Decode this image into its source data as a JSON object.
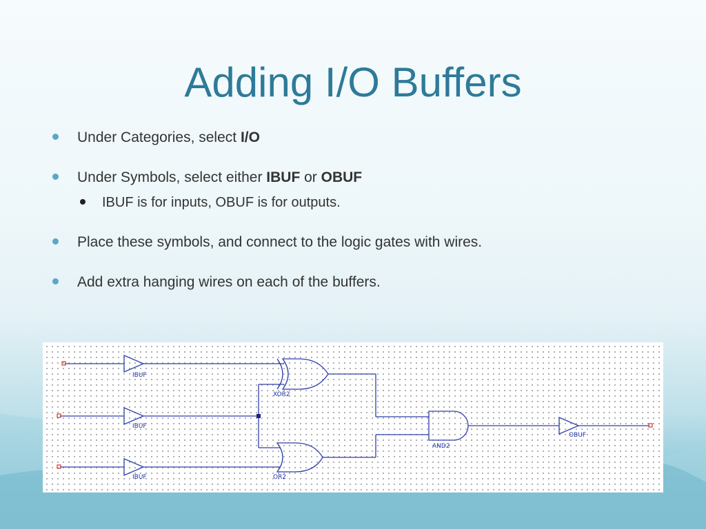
{
  "title": "Adding I/O Buffers",
  "bullets": [
    {
      "text": "Under Categories, select ",
      "bold": "I/O"
    },
    {
      "text": "Under Symbols, select either ",
      "bold": "IBUF",
      "mid": " or ",
      "bold2": "OBUF",
      "sub": "IBUF is for inputs, OBUF is for outputs."
    },
    {
      "text": "Place these symbols, and connect to the logic gates with wires."
    },
    {
      "text": "Add extra hanging wires on each of the buffers."
    }
  ],
  "schematic": {
    "labels": {
      "ibuf1": "IBUF",
      "ibuf2": "IBUF",
      "ibuf3": "IBUF",
      "xor": "XOR2",
      "or": "OR2",
      "and": "AND2",
      "obuf": "OBUF"
    },
    "colors": {
      "wire": "#2f3faa",
      "gate": "#2f3faa",
      "pin": "#d33a3a"
    }
  }
}
